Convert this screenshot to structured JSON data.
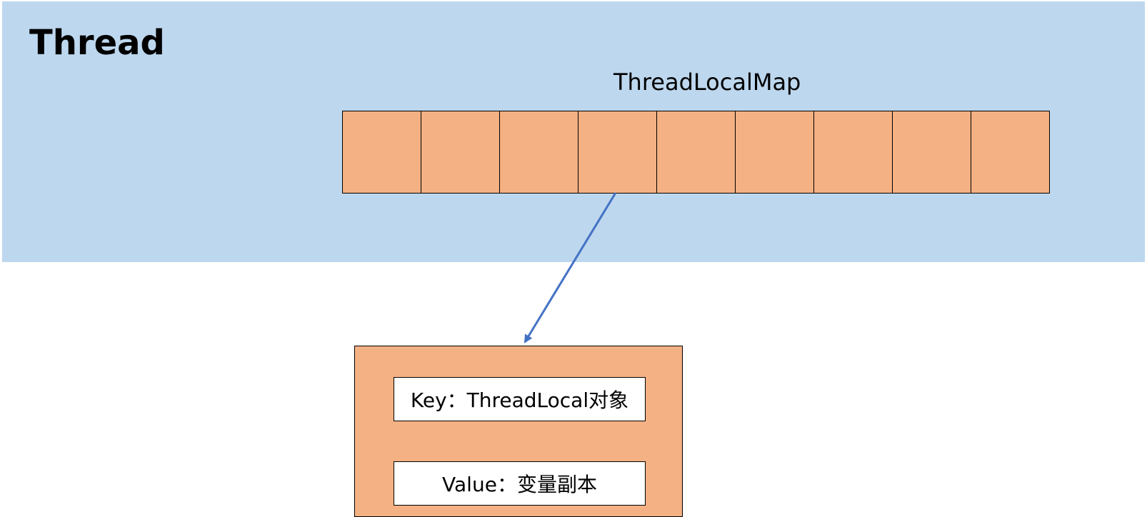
{
  "thread": {
    "title": "Thread",
    "fill_color": "#bdd7ee"
  },
  "thread_local_map": {
    "label": "ThreadLocalMap",
    "slot_count": 9,
    "slot_color": "#f4b183"
  },
  "arrow": {
    "color": "#4472c4",
    "from": "slot 4",
    "to": "entry"
  },
  "entry": {
    "fill_color": "#f4b183",
    "key_label": "Key：ThreadLocal对象",
    "value_label": "Value：变量副本"
  }
}
